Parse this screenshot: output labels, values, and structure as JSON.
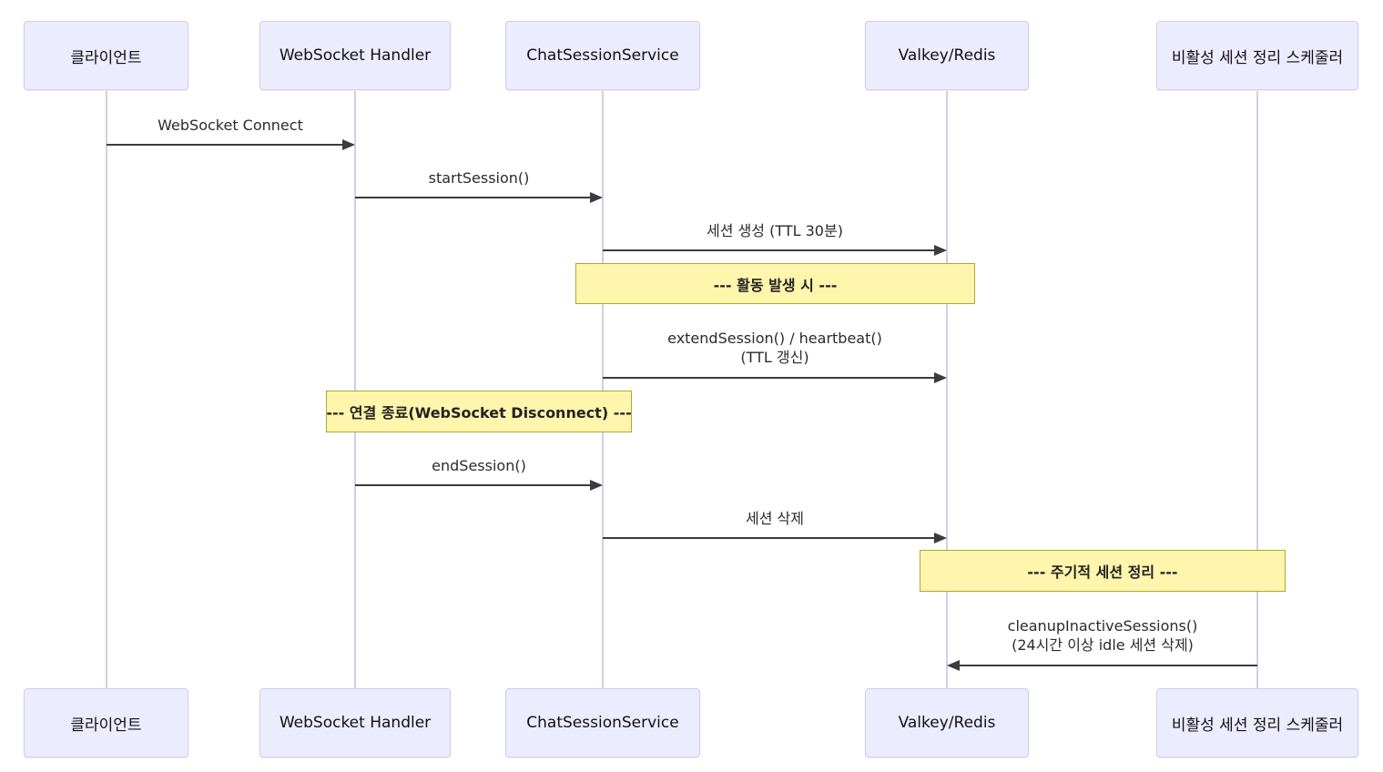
{
  "diagram": {
    "type": "sequence-diagram",
    "actors": [
      {
        "id": "client",
        "name": "클라이언트"
      },
      {
        "id": "websocket-handler",
        "name": "WebSocket Handler"
      },
      {
        "id": "chat-session-service",
        "name": "ChatSessionService"
      },
      {
        "id": "valkey-redis",
        "name": "Valkey/Redis"
      },
      {
        "id": "cleanup-scheduler",
        "name": "비활성 세션 정리 스케줄러"
      }
    ],
    "messages": [
      {
        "from": "클라이언트",
        "to": "WebSocket Handler",
        "label": "WebSocket Connect"
      },
      {
        "from": "WebSocket Handler",
        "to": "ChatSessionService",
        "label": "startSession()"
      },
      {
        "from": "ChatSessionService",
        "to": "Valkey/Redis",
        "label": "세션 생성 (TTL 30분)"
      },
      {
        "from": "ChatSessionService",
        "to": "Valkey/Redis",
        "label": "extendSession() / heartbeat()",
        "label_line2": "(TTL 갱신)"
      },
      {
        "from": "WebSocket Handler",
        "to": "ChatSessionService",
        "label": "endSession()"
      },
      {
        "from": "ChatSessionService",
        "to": "Valkey/Redis",
        "label": "세션 삭제"
      },
      {
        "from": "비활성 세션 정리 스케줄러",
        "to": "Valkey/Redis",
        "label": "cleanupInactiveSessions()",
        "label_line2": "(24시간 이상 idle 세션 삭제)"
      }
    ],
    "notes": [
      {
        "over": "ChatSessionService, Valkey/Redis",
        "label": "--- 활동 발생 시 ---"
      },
      {
        "over": "WebSocket Handler, ChatSessionService",
        "label": "--- 연결 종료(WebSocket Disconnect) ---"
      },
      {
        "over": "Valkey/Redis, 비활성 세션 정리 스케줄러",
        "label": "--- 주기적 세션 정리 ---"
      }
    ],
    "colors": {
      "background": "#FFFFFF",
      "actor_fill": "#ECECFF",
      "actor_border": "#CFCFE8",
      "note_fill": "#FFF5AD",
      "note_border": "#AAAA33",
      "lifeline": "#D0D0E8",
      "arrow": "#3C3C3C",
      "text": "#2B2B2B"
    }
  }
}
